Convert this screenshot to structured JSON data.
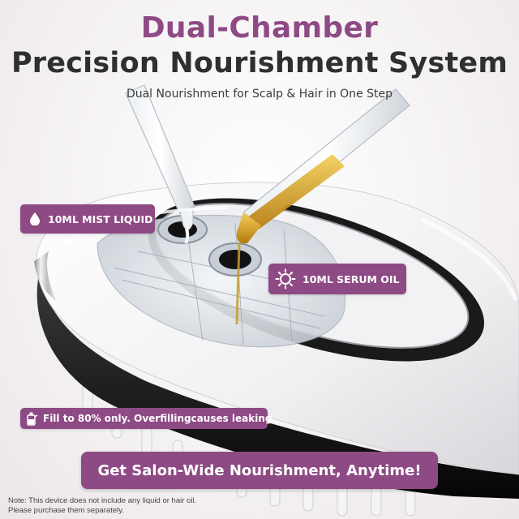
{
  "headline": {
    "line1": "Dual-Chamber",
    "line2": "Precision Nourishment System",
    "subtitle": "Dual Nourishment for Scalp & Hair in One Step"
  },
  "callouts": {
    "mist": {
      "label": "10ML MIST LIQUID",
      "icon": "water-drop-icon"
    },
    "serum": {
      "label": "10ML SERUM OIL",
      "icon": "sun-icon"
    },
    "fill": {
      "label": "Fill to 80% only. Overfillingcauses leaking",
      "icon": "bottle-icon"
    }
  },
  "cta": {
    "label": "Get Salon-Wide Nourishment, Anytime!"
  },
  "note": {
    "line1": "Note: This device does not include any liquid or hair oil.",
    "line2": "Please purchase them separately."
  },
  "colors": {
    "accent": "#8e4a84",
    "title_dark": "#2f2f2f",
    "serum_gold": "#d9a21b",
    "background": "#f7f4f6"
  }
}
